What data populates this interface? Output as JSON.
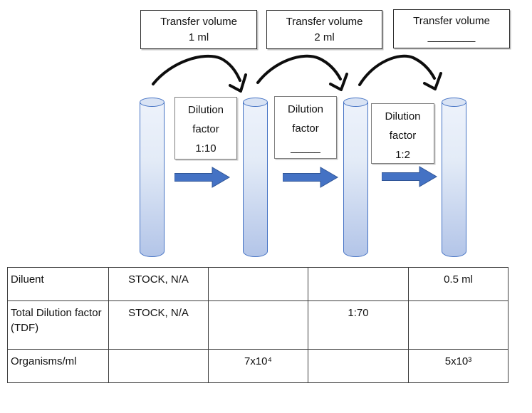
{
  "diagram": {
    "transfer_boxes": [
      {
        "line1": "Transfer volume",
        "line2": "1 ml"
      },
      {
        "line1": "Transfer volume",
        "line2": "2 ml"
      },
      {
        "line1": "Transfer volume",
        "line2": "________"
      }
    ],
    "dilution_boxes": [
      {
        "line1": "Dilution",
        "line2": "factor",
        "line3": "1:10"
      },
      {
        "line1": "Dilution",
        "line2": "factor",
        "line3": "_____"
      },
      {
        "line1": "Dilution",
        "line2": "factor",
        "line3": "1:2"
      }
    ],
    "colors": {
      "accent_blue": "#4472c4",
      "accent_blue_dark": "#2f5597",
      "tube_fill_light": "#edf2fb",
      "tube_fill_dark": "#b3c5e8",
      "ink": "#0d0d0d"
    }
  },
  "table": {
    "rows": [
      {
        "label": "Diluent",
        "cells": [
          "STOCK, N/A",
          "",
          "",
          "0.5 ml"
        ]
      },
      {
        "label": "Total Dilution factor (TDF)",
        "cells": [
          "STOCK, N/A",
          "",
          "1:70",
          ""
        ]
      },
      {
        "label": "Organisms/ml",
        "cells": [
          "",
          "7x10⁴",
          "",
          "5x10³"
        ]
      }
    ]
  }
}
